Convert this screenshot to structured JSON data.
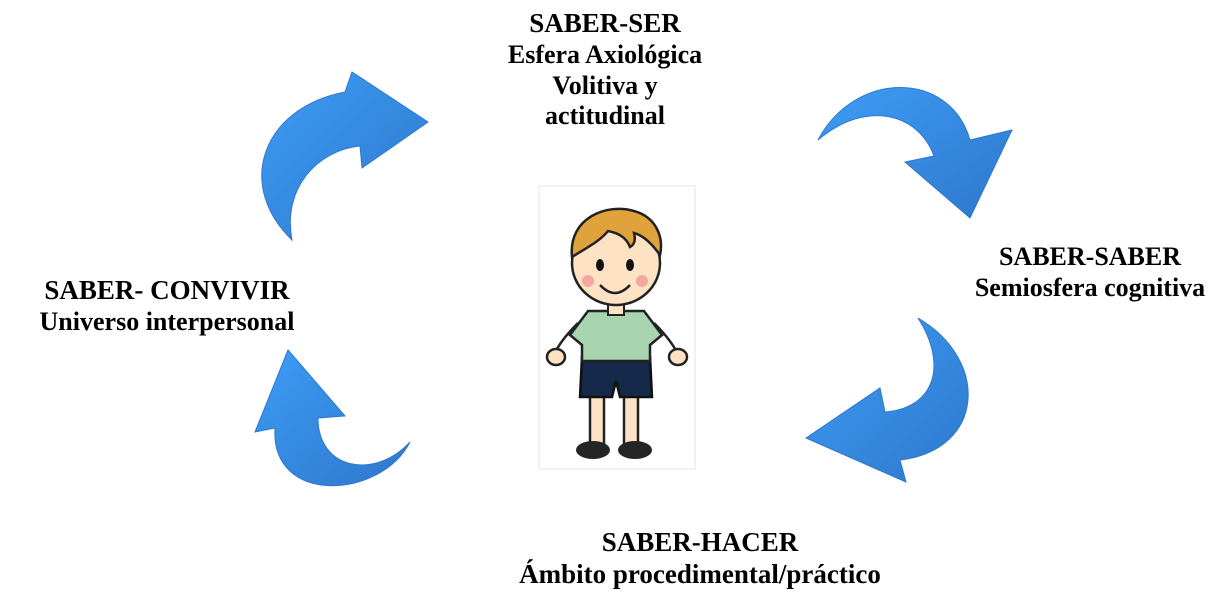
{
  "colors": {
    "arrow_light": "#3d9cf5",
    "arrow_dark": "#2e78cc",
    "hair": "#e0a23a",
    "skin": "#fde3c4",
    "shirt": "#a9d4b0",
    "shorts": "#152a4a",
    "shoes": "#252525"
  },
  "nodes": {
    "ser": {
      "title": "SABER-SER",
      "line1": "Esfera Axiológica",
      "line2": "Volitiva y",
      "line3": "actitudinal"
    },
    "saber": {
      "title": "SABER-SABER",
      "line1": "Semiosfera cognitiva"
    },
    "hacer": {
      "title": "SABER-HACER",
      "line1": "Ámbito procedimental/práctico"
    },
    "convivir": {
      "title": "SABER- CONVIVIR",
      "line1": "Universo interpersonal"
    }
  },
  "arrows": [
    {
      "name": "arrow-top-left",
      "direction": "clockwise"
    },
    {
      "name": "arrow-top-right",
      "direction": "clockwise"
    },
    {
      "name": "arrow-bottom-right",
      "direction": "clockwise"
    },
    {
      "name": "arrow-bottom-left",
      "direction": "clockwise"
    }
  ],
  "center_figure": "cartoon-child-illustration"
}
